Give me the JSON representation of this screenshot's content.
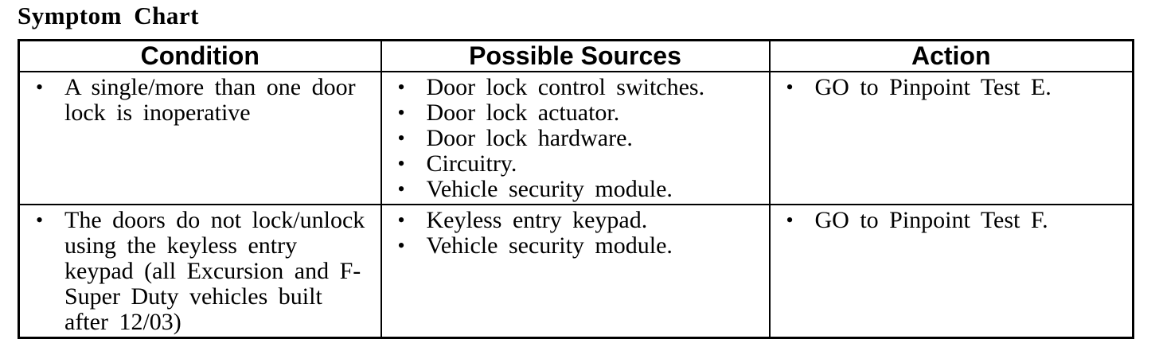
{
  "page_title": "Symptom Chart",
  "glyphs": {
    "bullet": "•"
  },
  "colors": {
    "text": "#000000",
    "background": "#ffffff",
    "border": "#000000"
  },
  "table": {
    "headers": [
      "Condition",
      "Possible Sources",
      "Action"
    ],
    "rows": [
      {
        "condition": [
          "A single/more than one door lock is inoperative"
        ],
        "sources": [
          "Door lock control switches.",
          "Door lock actuator.",
          "Door lock hardware.",
          "Circuitry.",
          "Vehicle security module."
        ],
        "action": [
          "GO to Pinpoint Test E."
        ]
      },
      {
        "condition": [
          "The doors do not lock/unlock using the keyless entry keypad (all Excursion and F-Super Duty vehicles built after 12/03)"
        ],
        "sources": [
          "Keyless entry keypad.",
          "Vehicle security module."
        ],
        "action": [
          "GO to Pinpoint Test F."
        ]
      }
    ]
  }
}
